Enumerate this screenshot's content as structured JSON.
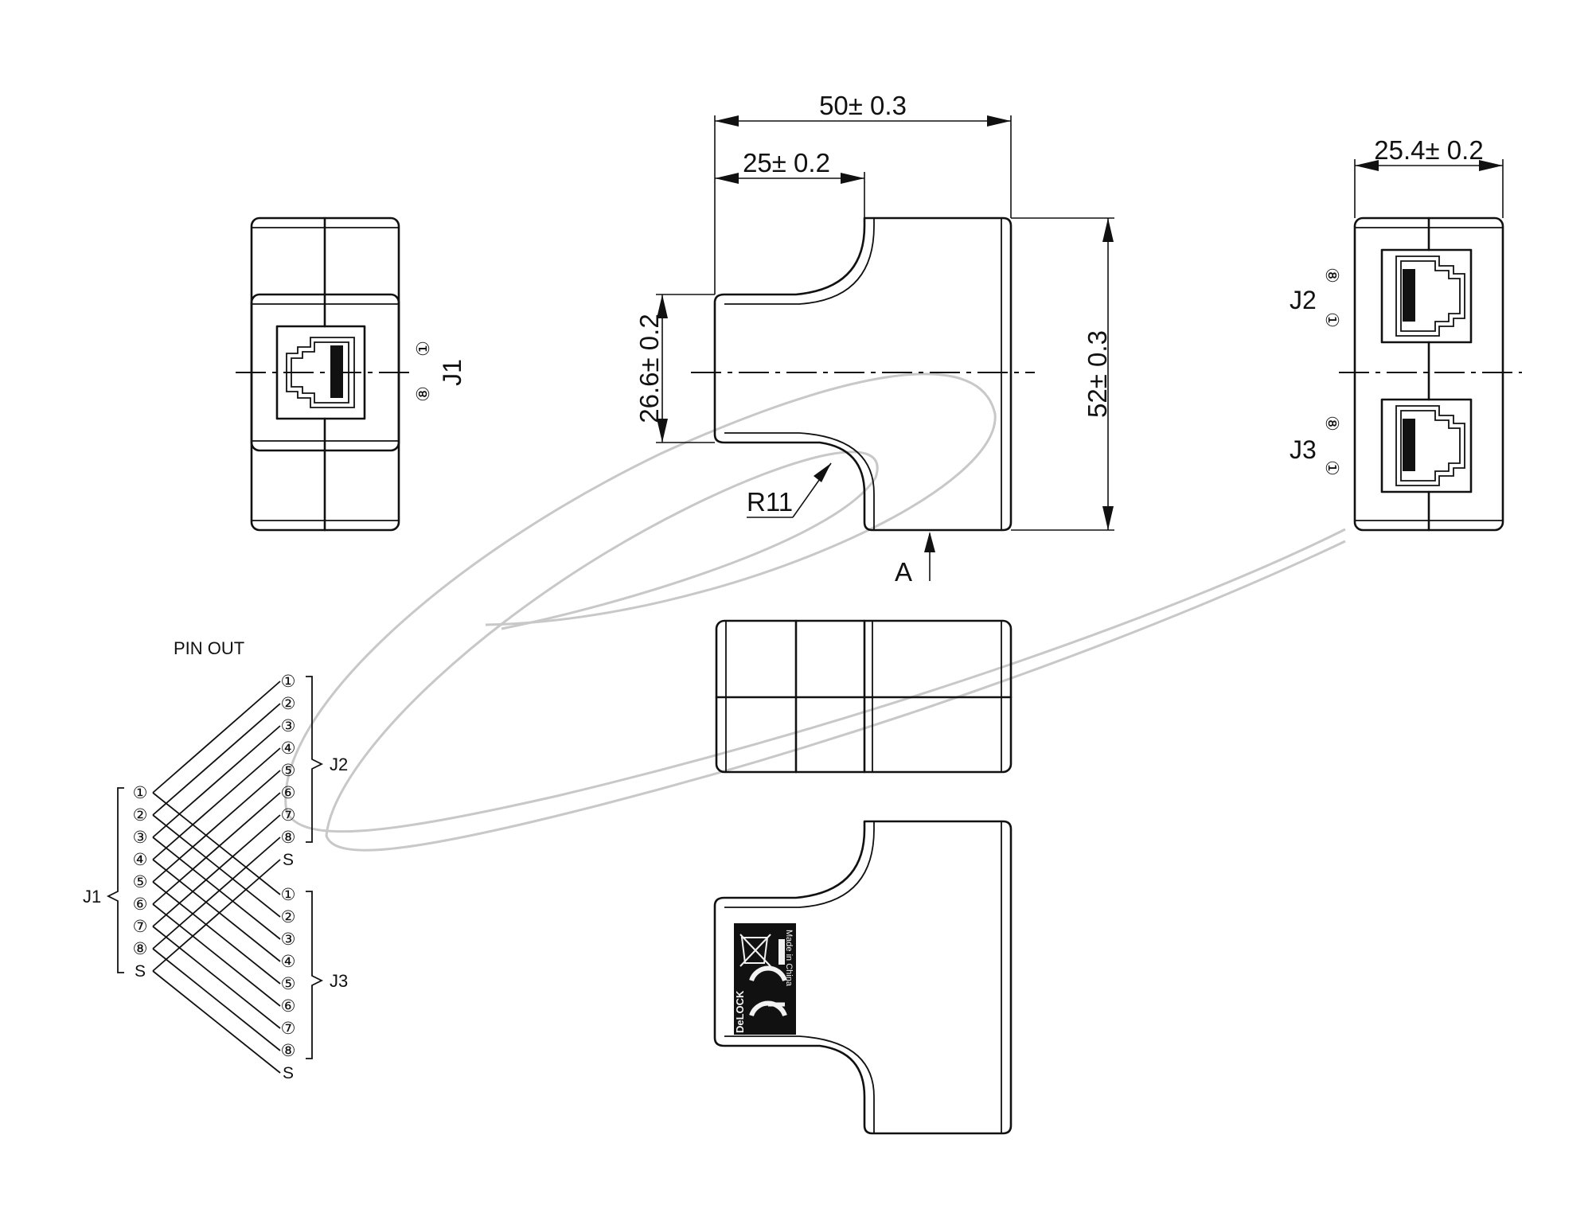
{
  "dimensions": {
    "total_width": "50± 0.3",
    "half_width": "25± 0.2",
    "socket_height": "26.6± 0.2",
    "total_height": "52± 0.3",
    "side_width": "25.4± 0.2",
    "radius": "R11",
    "view_arrow": "A"
  },
  "ports": {
    "j1": "J1",
    "j2": "J2",
    "j3": "J3"
  },
  "pin_symbols": {
    "p1": "①",
    "p8": "⑧"
  },
  "pinout": {
    "title": "PIN OUT",
    "left_group": "J1",
    "right_top_group": "J2",
    "right_bottom_group": "J3",
    "left_pins": [
      "①",
      "②",
      "③",
      "④",
      "⑤",
      "⑥",
      "⑦",
      "⑧",
      "S"
    ],
    "j2_pins": [
      "①",
      "②",
      "③",
      "④",
      "⑤",
      "⑥",
      "⑦",
      "⑧",
      "S"
    ],
    "j3_pins": [
      "①",
      "②",
      "③",
      "④",
      "⑤",
      "⑥",
      "⑦",
      "⑧",
      "S"
    ]
  },
  "label": {
    "made_in": "Made in China",
    "brand": "DeLOCK"
  }
}
